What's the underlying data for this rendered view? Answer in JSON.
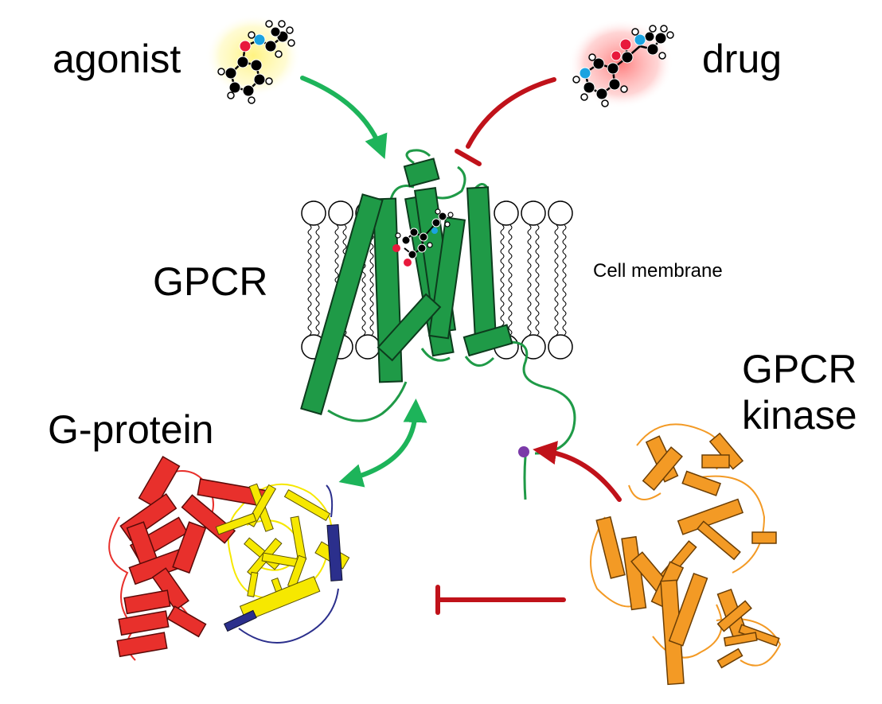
{
  "labels": {
    "agonist": "agonist",
    "drug": "drug",
    "gpcr": "GPCR",
    "cell_membrane": "Cell membrane",
    "g_protein": "G-protein",
    "gpcr_kinase_line1": "GPCR",
    "gpcr_kinase_line2": "kinase"
  },
  "colors": {
    "activation_arrow": "#1db45a",
    "inhibition_arrow": "#c0121a",
    "gpcr": "#1f9a47",
    "g_protein_alpha": "#e8302c",
    "g_protein_beta": "#f6e800",
    "g_protein_gamma": "#2b2f8c",
    "kinase": "#f39a25",
    "phosphate": "#7b3aa8",
    "atom_carbon": "#000000",
    "atom_oxygen": "#e8193c",
    "atom_nitrogen": "#1ba3e0",
    "agonist_glow": "#fff27a",
    "drug_glow": "#ff8080"
  },
  "icons": {
    "agonist_molecule": "molecule-icon",
    "drug_molecule": "molecule-icon",
    "bound_ligand": "molecule-icon",
    "phosphorylation_site": "phosphate-dot"
  }
}
